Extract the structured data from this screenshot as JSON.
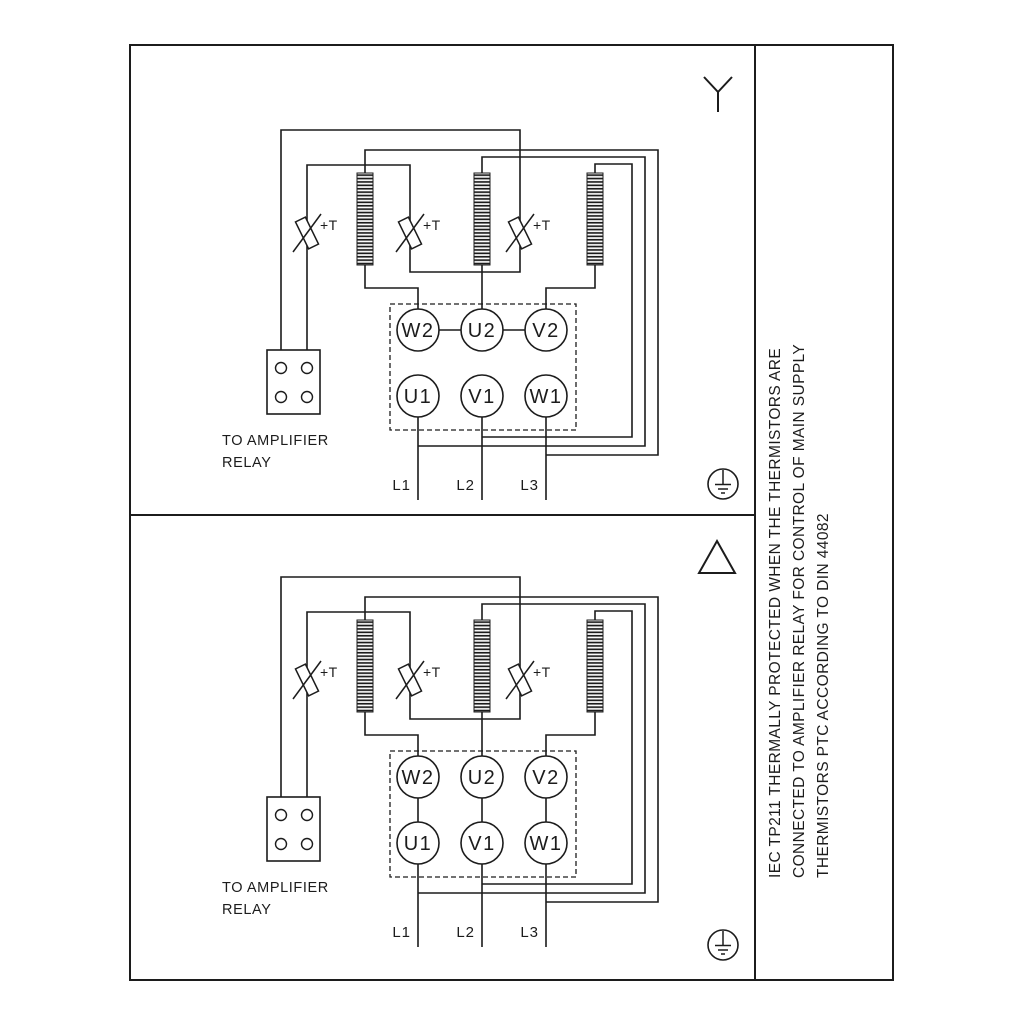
{
  "page": {
    "background": "#ffffff",
    "line_color": "#1c1c1c"
  },
  "side_note": {
    "lines": [
      "IEC TP211 THERMALLY PROTECTED WHEN THE THERMISTORS ARE",
      "CONNECTED TO AMPLIFIER RELAY FOR CONTROL OF MAIN SUPPLY",
      "THERMISTORS PTC ACCORDING TO DIN 44082"
    ]
  },
  "panels": {
    "star": {
      "connection_icon": "star-wye-icon",
      "thermistor_label": "+T",
      "terminals": {
        "top": [
          "W2",
          "U2",
          "V2"
        ],
        "bottom": [
          "U1",
          "V1",
          "W1"
        ]
      },
      "supply_labels": [
        "L1",
        "L2",
        "L3"
      ],
      "relay_caption": [
        "TO AMPLIFIER",
        "RELAY"
      ],
      "ground_icon": "earth-ground-icon"
    },
    "delta": {
      "connection_icon": "delta-icon",
      "thermistor_label": "+T",
      "terminals": {
        "top": [
          "W2",
          "U2",
          "V2"
        ],
        "bottom": [
          "U1",
          "V1",
          "W1"
        ]
      },
      "supply_labels": [
        "L1",
        "L2",
        "L3"
      ],
      "relay_caption": [
        "TO AMPLIFIER",
        "RELAY"
      ],
      "ground_icon": "earth-ground-icon"
    }
  }
}
